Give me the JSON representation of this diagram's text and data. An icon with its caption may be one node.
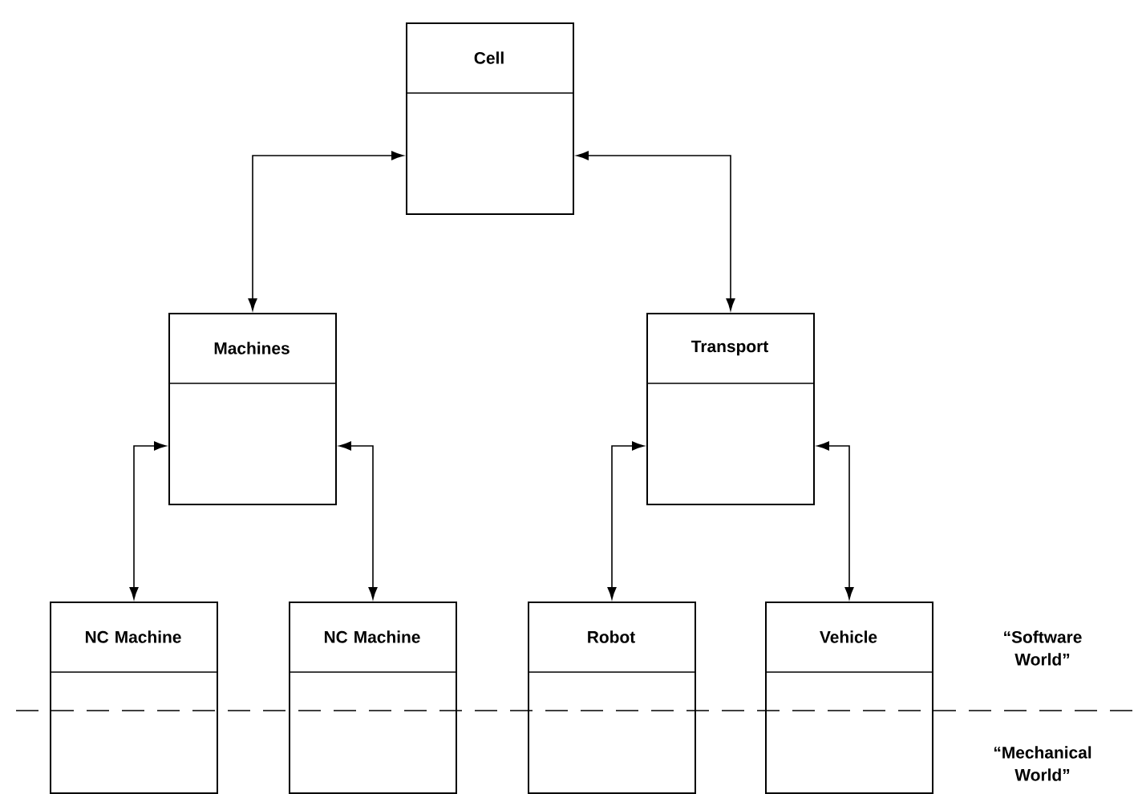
{
  "diagram": {
    "nodes": [
      {
        "text": [
          "Cell"
        ]
      },
      {
        "text": [
          "Machines"
        ]
      },
      {
        "text": [
          "Transport"
        ]
      },
      {
        "text": [
          "NC Machine"
        ]
      },
      {
        "text": [
          "NC Machine"
        ]
      },
      {
        "text": [
          "Robot"
        ]
      },
      {
        "text": [
          "Vehicle"
        ]
      }
    ],
    "edges": [
      {
        "from": 0,
        "to": 1,
        "arrow": "both"
      },
      {
        "from": 0,
        "to": 2,
        "arrow": "both"
      },
      {
        "from": 1,
        "to": 3,
        "arrow": "both"
      },
      {
        "from": 1,
        "to": 4,
        "arrow": "both"
      },
      {
        "from": 2,
        "to": 5,
        "arrow": "both"
      },
      {
        "from": 2,
        "to": 6,
        "arrow": "both"
      }
    ],
    "labels": [
      "“Software World”",
      "“Mechanical World”"
    ]
  }
}
